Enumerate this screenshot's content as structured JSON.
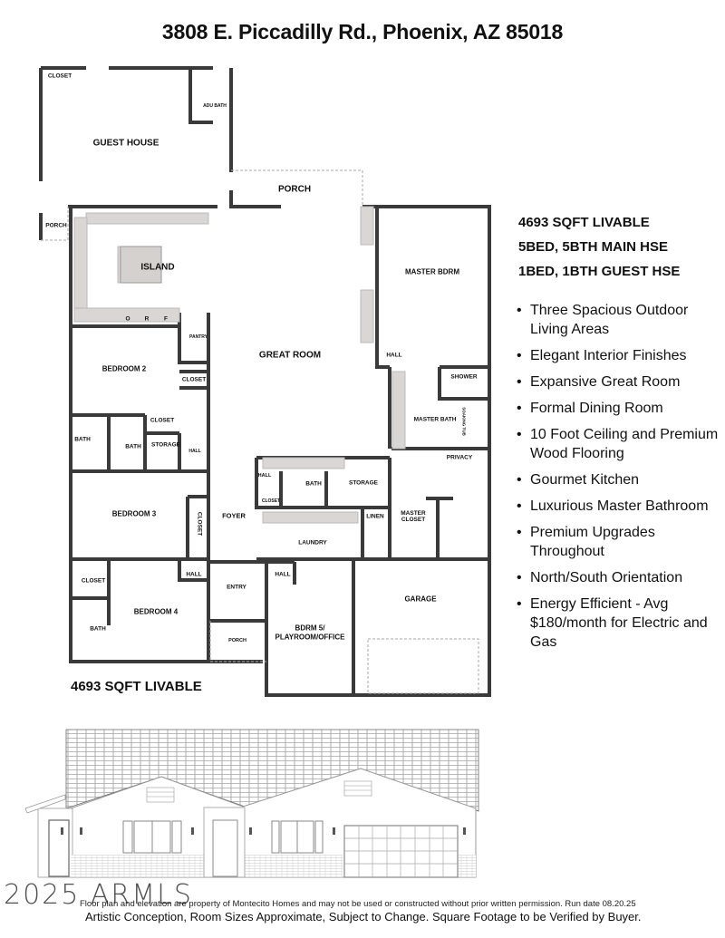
{
  "header": {
    "title": "3808 E. Piccadilly Rd., Phoenix, AZ 85018"
  },
  "floor_plan": {
    "rooms": {
      "guest_house": "GUEST HOUSE",
      "guest_closet": "CLOSET",
      "adu_bath": "ADU BATH",
      "guest_porch": "PORCH",
      "porch": "PORCH",
      "island": "ISLAND",
      "oven": "O",
      "refrigerator": "R",
      "freezer": "F",
      "pantry": "PANTRY",
      "great_room": "GREAT ROOM",
      "master_bdrm": "MASTER BDRM",
      "master_hall": "HALL",
      "shower": "SHOWER",
      "master_bath": "MASTER BATH",
      "soaking_tub": "SOAKING TUB",
      "privacy": "PRIVACY",
      "master_closet": "MASTER CLOSET",
      "bedroom2": "BEDROOM 2",
      "bedroom2_closet": "CLOSET",
      "hall_closet": "CLOSET",
      "bath_a": "BATH",
      "bath_b": "BATH",
      "storage_a": "STORAGE",
      "hall_a": "HALL",
      "hall_b": "HALL",
      "closet_b": "CLOSET",
      "bath_c": "BATH",
      "storage_b": "STORAGE",
      "linen": "LINEN",
      "laundry": "LAUNDRY",
      "foyer": "FOYER",
      "bedroom3": "BEDROOM 3",
      "bedroom3_closet": "CLOSET",
      "bedroom4": "BEDROOM 4",
      "bedroom4_closet": "CLOSET",
      "bedroom4_bath": "BATH",
      "hall_c": "HALL",
      "entry": "ENTRY",
      "hall_d": "HALL",
      "front_porch": "PORCH",
      "bdrm5_line1": "BDRM 5/",
      "bdrm5_line2": "PLAYROOM/OFFICE",
      "garage": "GARAGE"
    }
  },
  "stats": {
    "sqft": "4693 SQFT LIVABLE",
    "main_house": "5BED, 5BTH MAIN HSE",
    "guest_house": "1BED, 1BTH GUEST HSE"
  },
  "features": [
    "Three Spacious Outdoor Living Areas",
    "Elegant Interior Finishes",
    "Expansive Great Room",
    "Formal Dining Room",
    "10 Foot Ceiling and Premium Wood Flooring",
    "Gourmet Kitchen",
    "Luxurious Master Bathroom",
    "Premium Upgrades Throughout",
    "North/South Orientation",
    "Energy Efficient - Avg $180/month for Electric and Gas"
  ],
  "sqft_label": "4693 SQFT LIVABLE",
  "footer": {
    "watermark": "2025 ARMLS",
    "disclaimer_small": "Floor plan and elevation are property of Montecito Homes and may not be used or constructed without prior written permission. Run date 08.20.25",
    "disclaimer_large": "Artistic Conception, Room Sizes Approximate, Subject to Change. Square Footage to be Verified by Buyer."
  },
  "colors": {
    "wall": "#3a3a3a",
    "counter": "#d9d6d3",
    "text": "#111111"
  }
}
